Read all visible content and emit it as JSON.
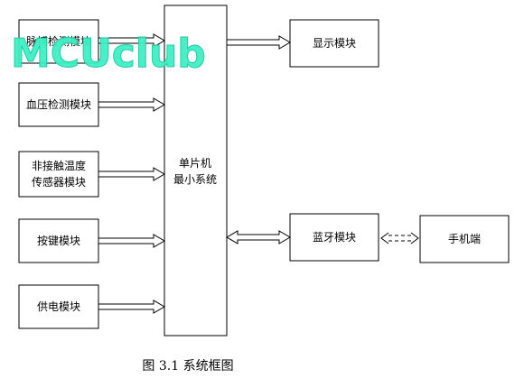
{
  "watermark": "MCUclub",
  "caption": "图 3.1  系统框图",
  "modules": {
    "pulse": "脉搏检测模块",
    "bp": "血压检测模块",
    "temp_line1": "非接触温度",
    "temp_line2": "传感器模块",
    "keys": "按键模块",
    "power": "供电模块",
    "mcu_line1": "单片机",
    "mcu_line2": "最小系统",
    "display": "显示模块",
    "bluetooth": "蓝牙模块",
    "phone": "手机端"
  }
}
